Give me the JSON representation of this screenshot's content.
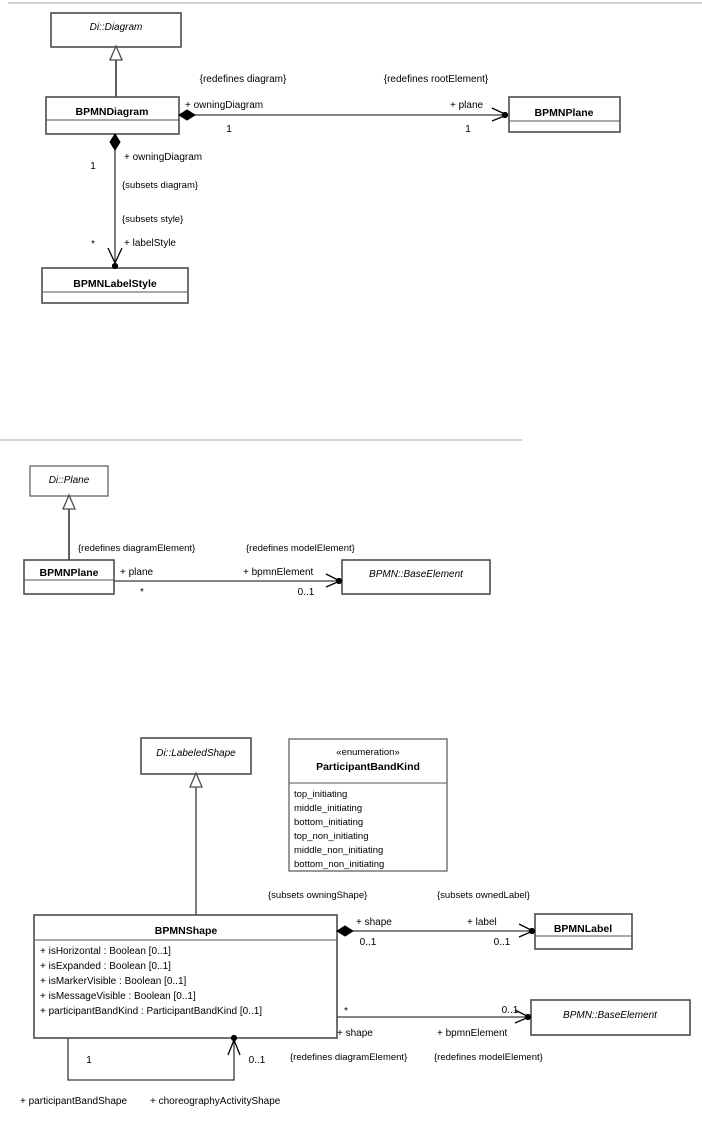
{
  "document": {
    "title": "BPMN DI Class Diagrams",
    "background_color": "#ffffff",
    "line_color": "#3a3a3a",
    "box_fill": "#ffffff",
    "rule_color": "#b8b8b8"
  },
  "figures": [
    {
      "id": "figure-bpmn-diagram",
      "classes": [
        {
          "name": "Di::Diagram",
          "kind": "reference",
          "italic": true
        },
        {
          "name": "BPMNDiagram",
          "kind": "class",
          "italic": false
        },
        {
          "name": "BPMNPlane",
          "kind": "class",
          "italic": false
        },
        {
          "name": "BPMNLabelStyle",
          "kind": "class",
          "italic": false
        }
      ],
      "generalizations": [
        {
          "from": "BPMNDiagram",
          "to": "Di::Diagram"
        }
      ],
      "associations": [
        {
          "id": "assoc-diagram-plane",
          "source": "BPMNDiagram",
          "target": "BPMNPlane",
          "source_role": "+ owningDiagram",
          "source_mult": "1",
          "target_role": "+ plane",
          "target_mult": "1",
          "source_constraint": "{redefines diagram}",
          "target_constraint": "{redefines rootElement}",
          "aggregation": "composite"
        },
        {
          "id": "assoc-diagram-labelstyle",
          "source": "BPMNDiagram",
          "target": "BPMNLabelStyle",
          "source_role": "+ owningDiagram",
          "source_mult": "1",
          "target_role": "+ labelStyle",
          "target_mult": "*",
          "source_constraint": "{subsets diagram}",
          "target_constraint": "{subsets style}",
          "aggregation": "composite"
        }
      ]
    },
    {
      "id": "figure-bpmn-plane",
      "classes": [
        {
          "name": "Di::Plane",
          "kind": "reference",
          "italic": true
        },
        {
          "name": "BPMNPlane",
          "kind": "class",
          "italic": false
        },
        {
          "name": "BPMN::BaseElement",
          "kind": "reference",
          "italic": true
        }
      ],
      "generalizations": [
        {
          "from": "BPMNPlane",
          "to": "Di::Plane"
        }
      ],
      "associations": [
        {
          "id": "assoc-plane-baseelement",
          "source": "BPMNPlane",
          "target": "BPMN::BaseElement",
          "source_role": "+ plane",
          "source_mult": "*",
          "target_role": "+ bpmnElement",
          "target_mult": "0..1",
          "source_constraint": "{redefines diagramElement}",
          "target_constraint": "{redefines modelElement}",
          "aggregation": "none"
        }
      ]
    },
    {
      "id": "figure-bpmn-shape",
      "classes": [
        {
          "name": "Di::LabeledShape",
          "kind": "reference",
          "italic": true
        },
        {
          "name": "BPMNShape",
          "kind": "class",
          "italic": false
        },
        {
          "name": "BPMNLabel",
          "kind": "class",
          "italic": false
        },
        {
          "name": "BPMN::BaseElement",
          "kind": "reference",
          "italic": true
        }
      ],
      "enumeration": {
        "stereotype": "«enumeration»",
        "name": "ParticipantBandKind",
        "literals": [
          "top_initiating",
          "middle_initiating",
          "bottom_initiating",
          "top_non_initiating",
          "middle_non_initiating",
          "bottom_non_initiating"
        ]
      },
      "shape_class": {
        "name": "BPMNShape",
        "attributes": [
          "+ isHorizontal : Boolean [0..1]",
          "+ isExpanded : Boolean [0..1]",
          "+ isMarkerVisible : Boolean [0..1]",
          "+ isMessageVisible : Boolean [0..1]",
          "+ participantBandKind : ParticipantBandKind [0..1]"
        ]
      },
      "generalizations": [
        {
          "from": "BPMNShape",
          "to": "Di::LabeledShape"
        }
      ],
      "associations": [
        {
          "id": "assoc-shape-label",
          "source": "BPMNShape",
          "target": "BPMNLabel",
          "source_role": "+ shape",
          "source_mult": "0..1",
          "target_role": "+ label",
          "target_mult": "0..1",
          "source_constraint": "{subsets owningShape}",
          "target_constraint": "{subsets ownedLabel}",
          "aggregation": "composite"
        },
        {
          "id": "assoc-shape-baseelement",
          "source": "BPMNShape",
          "target": "BPMN::BaseElement",
          "source_role": "+ shape",
          "source_mult": "*",
          "target_role": "+ bpmnElement",
          "target_mult": "0..1",
          "source_constraint": "{redefines diagramElement}",
          "target_constraint": "{redefines modelElement}",
          "aggregation": "none"
        },
        {
          "id": "assoc-shape-self",
          "source": "BPMNShape",
          "target": "BPMNShape",
          "source_role": "+ participantBandShape",
          "source_mult": "1",
          "target_role": "+ choreographyActivityShape",
          "target_mult": "0..1",
          "source_constraint": "",
          "target_constraint": "",
          "aggregation": "none"
        }
      ],
      "footer_roles": [
        "+ participantBandShape",
        "+ choreographyActivityShape"
      ]
    }
  ],
  "labels": {
    "f1_c1": "Di::Diagram",
    "f1_c2": "BPMNDiagram",
    "f1_c3": "BPMNPlane",
    "f1_c4": "BPMNLabelStyle",
    "f1_redef_diagram": "{redefines diagram}",
    "f1_redef_root": "{redefines rootElement}",
    "f1_role_owning1": "+ owningDiagram",
    "f1_mult_owning1": "1",
    "f1_role_plane": "+ plane",
    "f1_mult_plane": "1",
    "f1_role_owning2": "+ owningDiagram",
    "f1_subsets_diagram": "{subsets diagram}",
    "f1_subsets_style": "{subsets style}",
    "f1_role_labelstyle": "+ labelStyle",
    "f1_mult_owning2": "1",
    "f1_mult_labelstyle": "*",
    "f2_c1": "Di::Plane",
    "f2_c2": "BPMNPlane",
    "f2_c3": "BPMN::BaseElement",
    "f2_redef_de": "{redefines diagramElement}",
    "f2_redef_me": "{redefines modelElement}",
    "f2_role_plane": "+ plane",
    "f2_mult_plane": "*",
    "f2_role_bpmn": "+ bpmnElement",
    "f2_mult_bpmn": "0..1",
    "f3_c1": "Di::LabeledShape",
    "f3_enum_stereo": "«enumeration»",
    "f3_enum_name": "ParticipantBandKind",
    "f3_lit1": "top_initiating",
    "f3_lit2": "middle_initiating",
    "f3_lit3": "bottom_initiating",
    "f3_lit4": "top_non_initiating",
    "f3_lit5": "middle_non_initiating",
    "f3_lit6": "bottom_non_initiating",
    "f3_shape_name": "BPMNShape",
    "f3_attr1": "+ isHorizontal : Boolean [0..1]",
    "f3_attr2": "+ isExpanded : Boolean [0..1]",
    "f3_attr3": "+ isMarkerVisible : Boolean [0..1]",
    "f3_attr4": "+ isMessageVisible : Boolean [0..1]",
    "f3_attr5": "+ participantBandKind : ParticipantBandKind [0..1]",
    "f3_subsets_owningshape": "{subsets owningShape}",
    "f3_subsets_ownedlabel": "{subsets ownedLabel}",
    "f3_role_shape1": "+ shape",
    "f3_mult_shape1": "0..1",
    "f3_role_label": "+ label",
    "f3_mult_label": "0..1",
    "f3_label_cls": "BPMNLabel",
    "f3_mult_star": "*",
    "f3_mult_be": "0..1",
    "f3_be_cls": "BPMN::BaseElement",
    "f3_role_shape2": "+ shape",
    "f3_role_bpmn": "+ bpmnElement",
    "f3_redef_de": "{redefines diagramElement}",
    "f3_redef_me": "{redefines modelElement}",
    "f3_self_mult1": "1",
    "f3_self_mult2": "0..1",
    "f3_footer1": "+ participantBandShape",
    "f3_footer2": "+ choreographyActivityShape"
  }
}
